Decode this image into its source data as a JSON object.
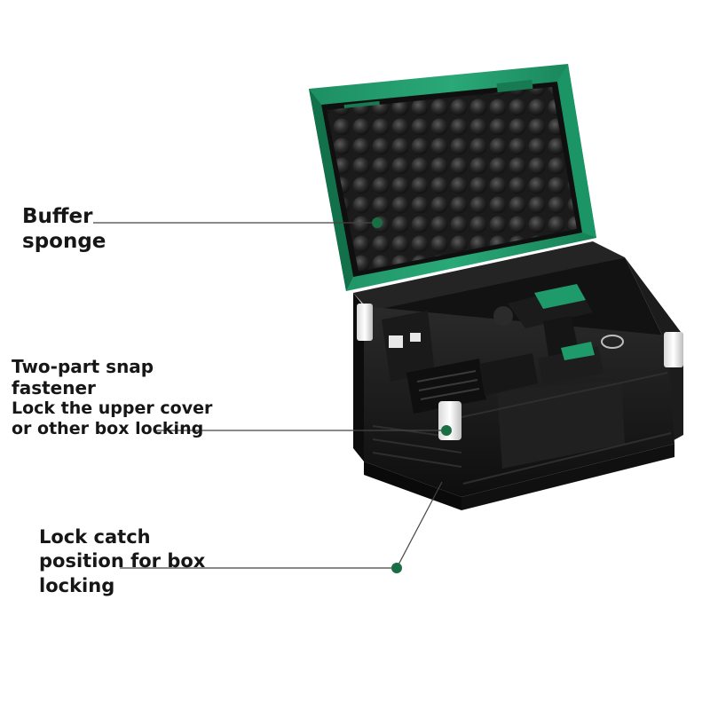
{
  "image": {
    "description_free": true,
    "accent_color": "#1f9a6a",
    "case_color": "#161616",
    "foam_color": "#2e2e2e",
    "dot_color": "#1a6e44"
  },
  "callouts": {
    "buffer_sponge": {
      "line1": "Buffer",
      "line2": "sponge"
    },
    "snap_fastener": {
      "line1": "Two-part snap",
      "line2": "fastener",
      "line3": "Lock the upper cover",
      "line4": "or other box locking"
    },
    "lock_catch": {
      "line1": "Lock catch",
      "line2": "position for box",
      "line3": "locking"
    }
  }
}
